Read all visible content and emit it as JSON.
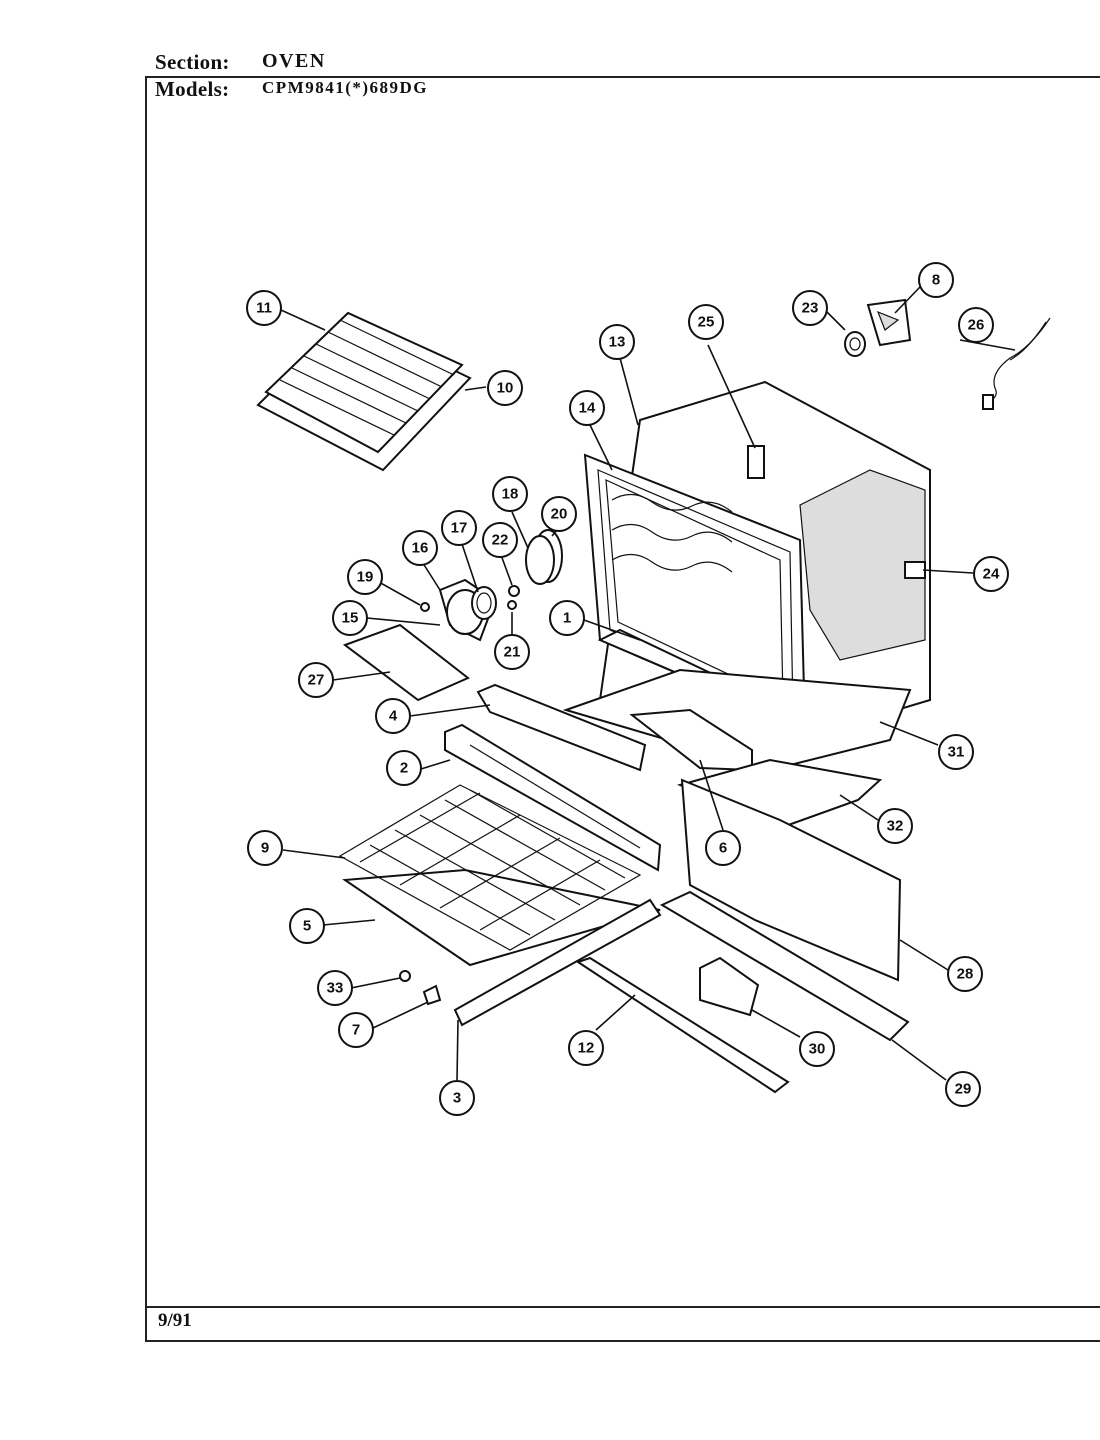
{
  "header": {
    "section_label": "Section:",
    "section_value": "OVEN",
    "models_label": "Models:",
    "models_value": "CPM9841(*)689DG"
  },
  "footer": {
    "date": "9/91"
  },
  "callouts": [
    "1",
    "2",
    "3",
    "4",
    "5",
    "6",
    "7",
    "8",
    "9",
    "10",
    "11",
    "12",
    "13",
    "14",
    "15",
    "16",
    "17",
    "18",
    "19",
    "20",
    "21",
    "22",
    "23",
    "24",
    "25",
    "26",
    "27",
    "28",
    "29",
    "30",
    "31",
    "32",
    "33"
  ]
}
